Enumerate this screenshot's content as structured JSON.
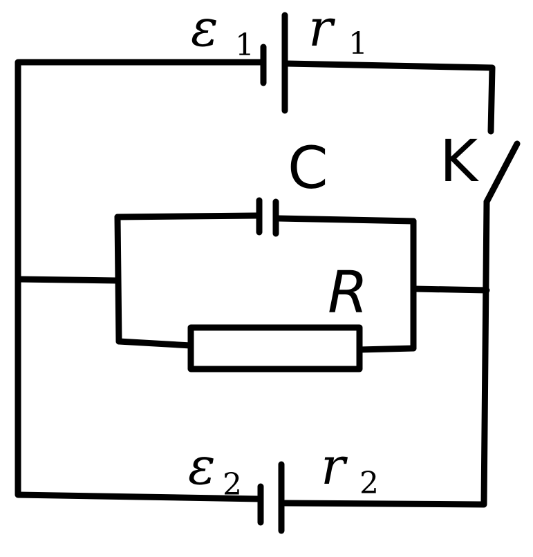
{
  "diagram": {
    "battery_1": {
      "emf": "ε",
      "emf_sub": "1",
      "resistance": "r",
      "resistance_sub": "1"
    },
    "battery_2": {
      "emf": "ε",
      "emf_sub": "2",
      "resistance": "r",
      "resistance_sub": "2"
    },
    "capacitor_label": "C",
    "resistor_label": "R",
    "switch_label": "K"
  }
}
